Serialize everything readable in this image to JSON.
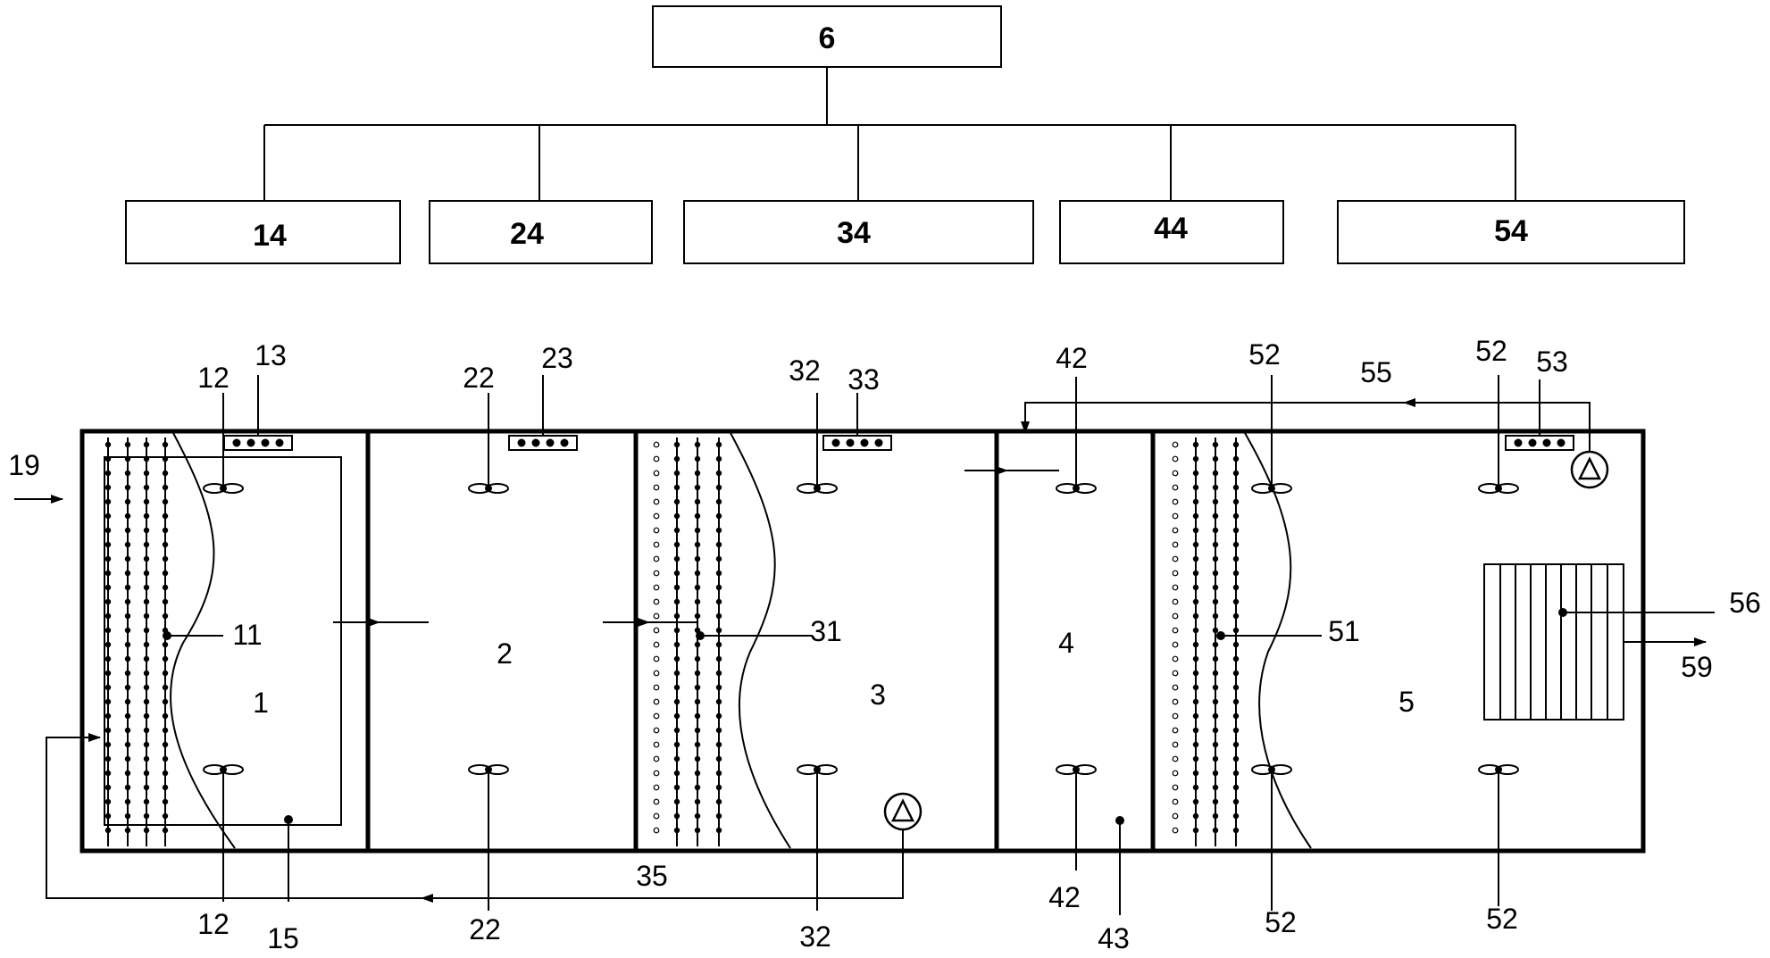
{
  "controller": {
    "label": "6"
  },
  "control_units": [
    {
      "label": "14"
    },
    {
      "label": "24"
    },
    {
      "label": "34"
    },
    {
      "label": "44"
    },
    {
      "label": "54"
    }
  ],
  "tanks": [
    {
      "label": "1"
    },
    {
      "label": "2"
    },
    {
      "label": "3"
    },
    {
      "label": "4"
    },
    {
      "label": "5"
    }
  ],
  "callouts": {
    "c12a": "12",
    "c13": "13",
    "c11": "11",
    "c12b": "12",
    "c15": "15",
    "c19": "19",
    "c22a": "22",
    "c23": "23",
    "c22b": "22",
    "c32a": "32",
    "c33": "33",
    "c31": "31",
    "c32b": "32",
    "c35": "35",
    "c42a": "42",
    "c42b": "42",
    "c43": "43",
    "c52a": "52",
    "c55": "55",
    "c52b": "52",
    "c53": "53",
    "c51": "51",
    "c56": "56",
    "c59": "59",
    "c52c": "52",
    "c52d": "52"
  }
}
